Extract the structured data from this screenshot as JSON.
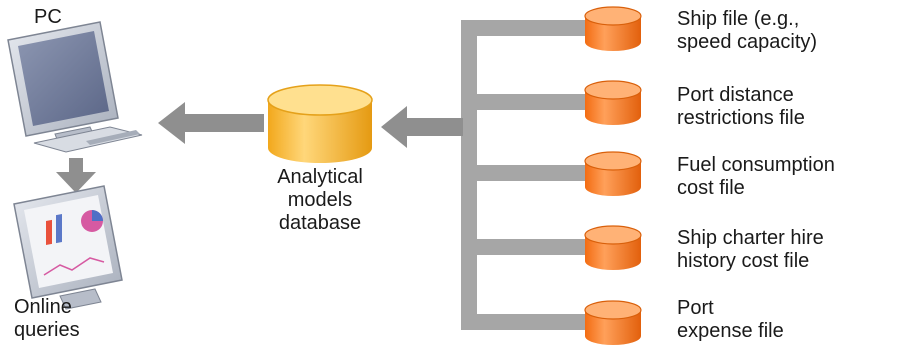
{
  "pc": {
    "label": "PC"
  },
  "online_queries": {
    "line1": "Online",
    "line2": "queries"
  },
  "analytical_db": {
    "line1": "Analytical",
    "line2": "models",
    "line3": "database"
  },
  "files": [
    {
      "line1": "Ship file (e.g.,",
      "line2": "speed capacity)"
    },
    {
      "line1": "Port distance",
      "line2": "restrictions file"
    },
    {
      "line1": "Fuel consumption",
      "line2": "cost file"
    },
    {
      "line1": "Ship charter hire",
      "line2": "history cost file"
    },
    {
      "line1": "Port",
      "line2": "expense file"
    }
  ],
  "colors": {
    "connector_gray": "#a6a6a6",
    "arrow_gray": "#8f8f8f",
    "file_cylinder": "#f58220",
    "db_cylinder": "#f7b733"
  }
}
